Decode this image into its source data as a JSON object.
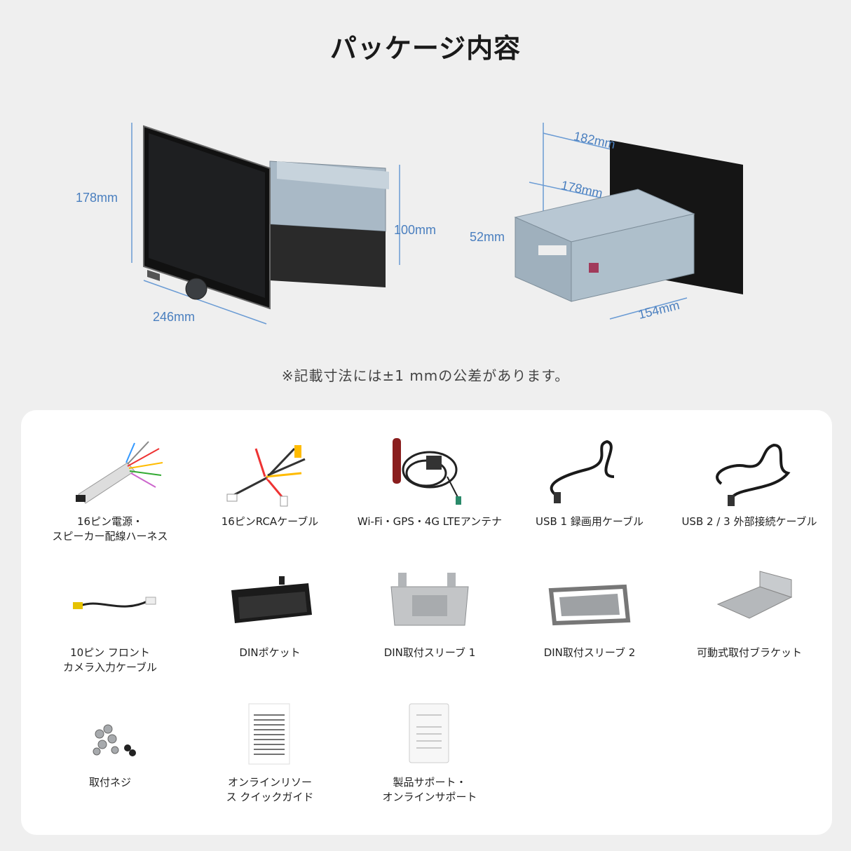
{
  "title": "パッケージ内容",
  "dimensions": {
    "front_height": "178mm",
    "front_width": "246mm",
    "body_height": "100mm",
    "rear_top_depth": "182mm",
    "rear_mid_depth": "178mm",
    "rear_height": "52mm",
    "rear_width": "154mm"
  },
  "note": "※記載寸法には±1 mmの公差があります。",
  "items": [
    {
      "label": "16ピン電源・\nスピーカー配線ハーネス",
      "icon": "harness-icon"
    },
    {
      "label": "16ピンRCAケーブル",
      "icon": "rca-cable-icon"
    },
    {
      "label": "Wi-Fi・GPS・4G LTEアンテナ",
      "icon": "antenna-icon"
    },
    {
      "label": "USB 1 録画用ケーブル",
      "icon": "usb-cable-icon"
    },
    {
      "label": "USB 2 / 3 外部接続ケーブル",
      "icon": "usb-cable-icon"
    },
    {
      "label": "10ピン フロント\nカメラ入力ケーブル",
      "icon": "camera-cable-icon"
    },
    {
      "label": "DINポケット",
      "icon": "din-pocket-icon"
    },
    {
      "label": "DIN取付スリーブ 1",
      "icon": "sleeve-icon"
    },
    {
      "label": "DIN取付スリーブ 2",
      "icon": "sleeve-icon"
    },
    {
      "label": "可動式取付ブラケット",
      "icon": "bracket-icon"
    },
    {
      "label": "取付ネジ",
      "icon": "screws-icon"
    },
    {
      "label": "オンラインリソー\nス クイックガイド",
      "icon": "guide-icon"
    },
    {
      "label": "製品サポート・\nオンラインサポート",
      "icon": "support-card-icon"
    }
  ]
}
